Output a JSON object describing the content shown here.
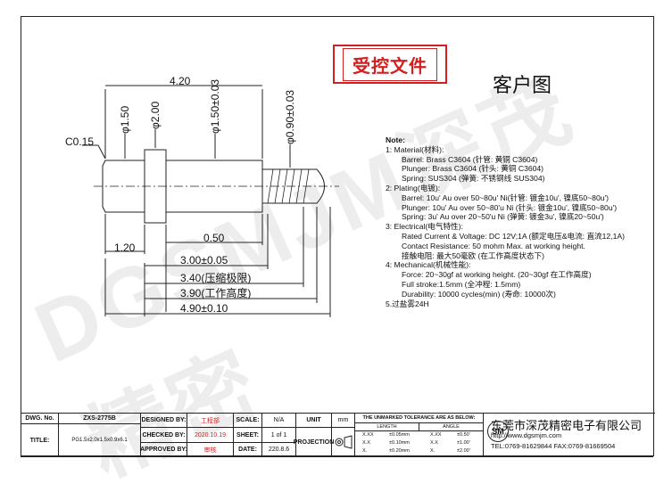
{
  "stamp": "受控文件",
  "title_cn": "客户图",
  "watermark": "DGSMJM深茂精密",
  "dimensions": {
    "d420": "4.20",
    "c015": "C0.15",
    "phi150": "φ1.50",
    "phi200": "φ2.00",
    "phi150tol": "φ1.50±0.03",
    "phi090tol": "φ0.90±0.03",
    "d120": "1.20",
    "d050": "0.50",
    "d300": "3.00±0.05",
    "d340": "3.40(压缩极限)",
    "d390": "3.90(工作高度)",
    "d490": "4.90±0.10"
  },
  "notes": [
    "Note:",
    "1: Material(材料):",
    "Barrel: Brass C3604 (针管: 黄铜 C3604)",
    "Plunger: Brass C3604 (针头: 黄铜 C3604)",
    "Spring: SUS304 (弹簧: 不锈钢线 SUS304)",
    "2: Plating(电镀):",
    "Barrel: 10u' Au over 50~80u' Ni(针管: 镀金10u', 镍底50~80u')",
    "Plunger: 10u' Au over 50~80'u Ni (针头: 镀金10u', 镍底50~80u')",
    "Spring: 3u' Au over 20~50'u Ni (弹簧: 镀金3u', 镍底20~50u')",
    "3: Electrical(电气特性):",
    "Rated Current & Voltage: DC 12V;1A (额定电压&电流: 直流12,1A)",
    "Contact Resistance: 50 mohm Max. at working height.",
    "接触电阻: 最大50毫欧 (在工作高度状态下)",
    "4: Mechanical(机械性能):",
    "Force: 20~30gf at working height. (20~30gf 在工作高度)",
    "Full stroke:1.5mm (全冲程: 1.5mm)",
    "Durability: 10000 cycles(min) (寿命: 10000次)",
    "5.过盐雾24H"
  ],
  "title_block": {
    "dwg_no_label": "DWG. No.",
    "dwg_no": "ZXS-2775B",
    "title_label": "TITLE:",
    "title": "PG1.5x2.0x1.5x0.9x6.1",
    "designed_by_label": "DESIGNED BY:",
    "designed_by": "工程部",
    "checked_by_label": "CHECKED BY:",
    "checked_by": "2020.10.19",
    "approved_by_label": "APPROVED BY:",
    "approved_by": "审核",
    "scale_label": "SCALE:",
    "scale": "N/A",
    "sheet_label": "SHEET:",
    "sheet": "1 of 1",
    "date_label": "DATE:",
    "date": "220.8.6",
    "unit_label": "UNIT",
    "unit": "mm",
    "projection_label": "PROJECTION",
    "tolerance_header": "THE UNMARKED TOLERANCE ARE AS BELOW:",
    "length_label": "LENGTH",
    "angle_label": "ANGLE",
    "tol_rows": [
      [
        "X.XX",
        "±0.05mm",
        "X.XX",
        "±0.50'"
      ],
      [
        "X.X",
        "±0.10mm",
        "X.X",
        "±1.00'"
      ],
      [
        "X.",
        "±0.20mm",
        "X.",
        "±2.00'"
      ]
    ],
    "logo": "SM",
    "company": "东莞市深茂精密电子有限公司",
    "website": "http://www.dgsmjm.com",
    "tel": "TEL:0769-81629844  FAX:0769-81669504"
  },
  "colors": {
    "stamp": "#d21f1f",
    "line": "#222222"
  }
}
